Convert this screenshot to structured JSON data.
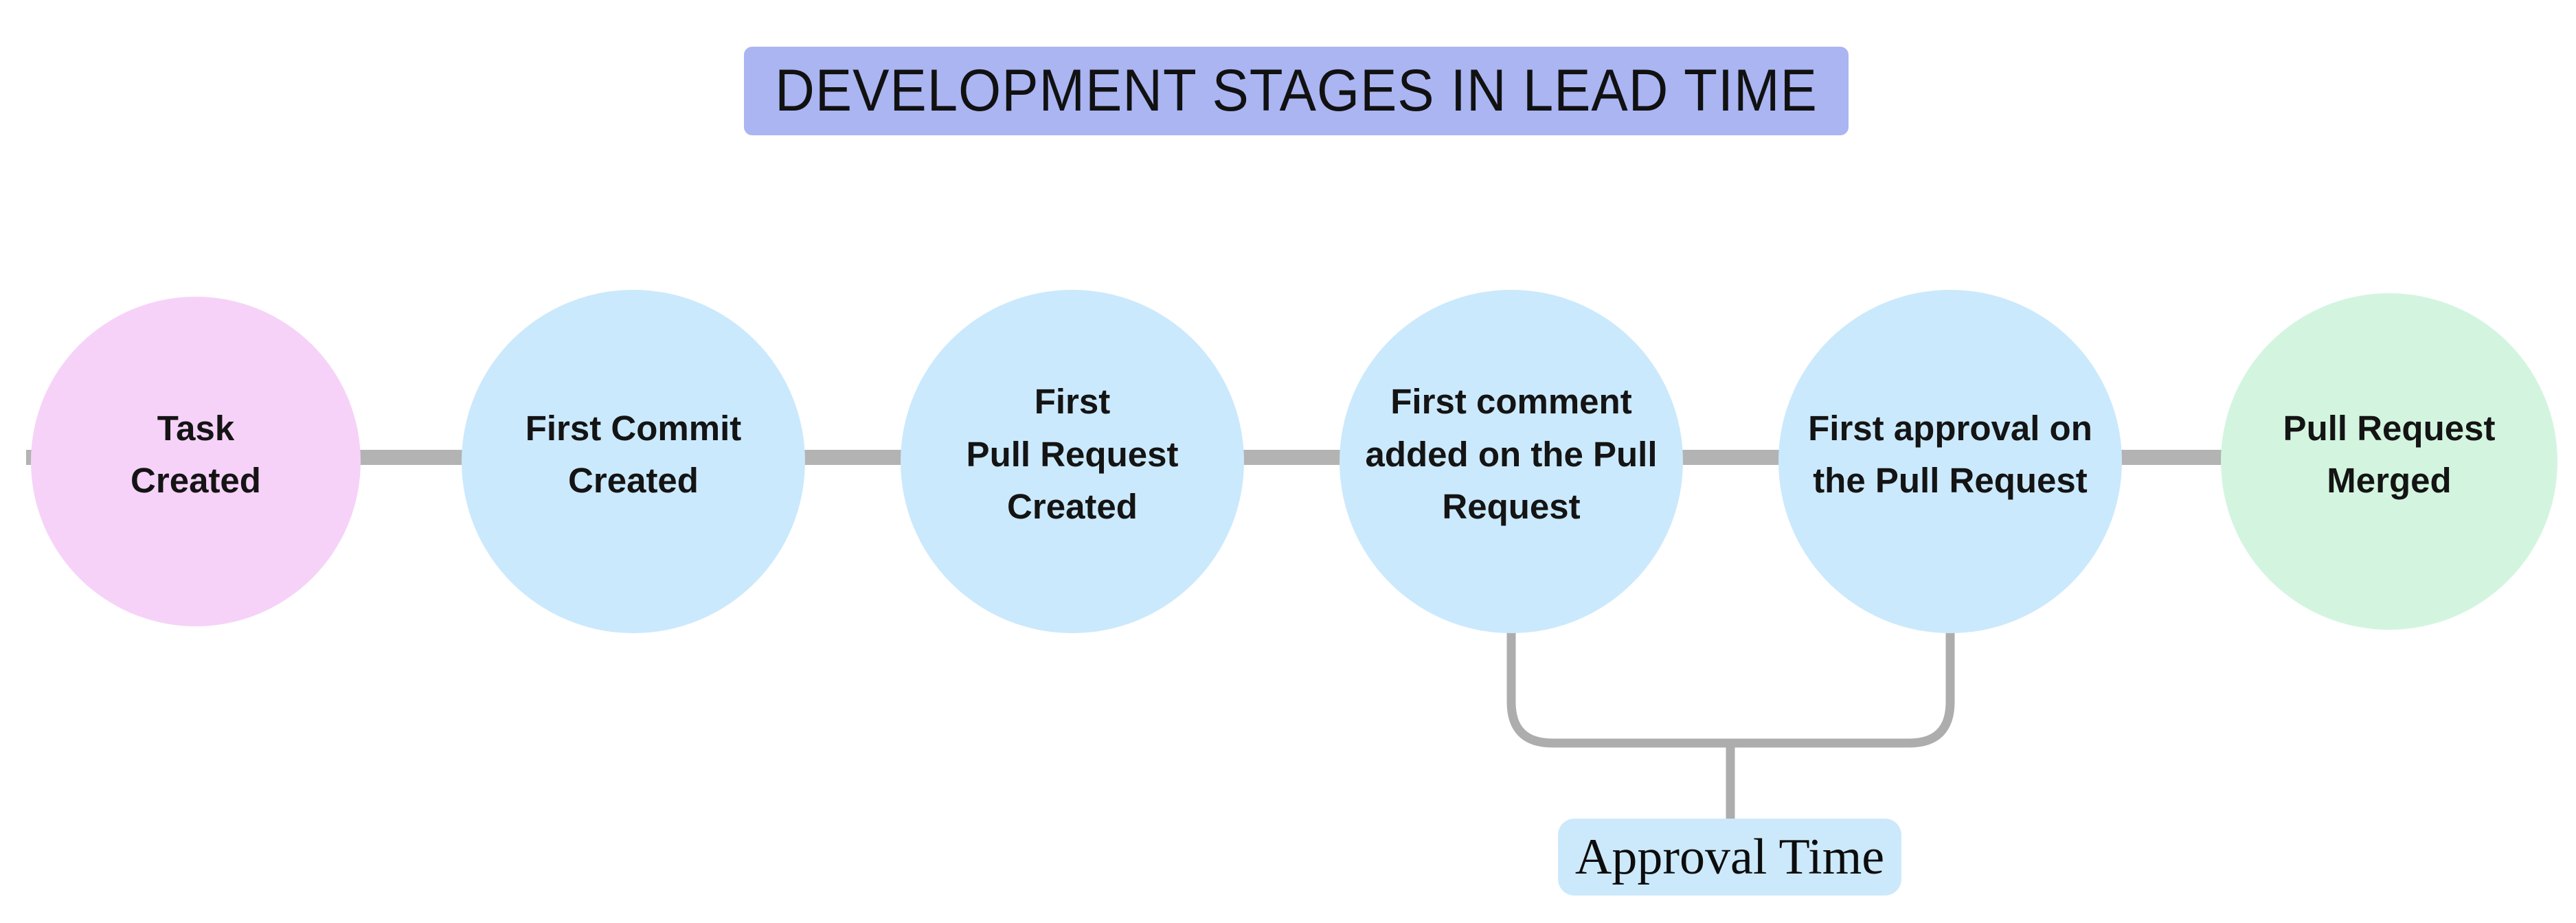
{
  "title": {
    "text": "DEVELOPMENT STAGES IN LEAD TIME"
  },
  "stages": [
    {
      "lines": [
        "Task",
        "Created"
      ]
    },
    {
      "lines": [
        "First Commit",
        "Created"
      ]
    },
    {
      "lines": [
        "First",
        "Pull Request",
        "Created"
      ]
    },
    {
      "lines": [
        "First comment",
        "added on the Pull",
        "Request"
      ]
    },
    {
      "lines": [
        "First approval on",
        "the Pull Request"
      ]
    },
    {
      "lines": [
        "Pull Request",
        "Merged"
      ]
    }
  ],
  "bracket": {
    "label": "Approval Time"
  },
  "colors": {
    "title_bg": "#aab5f2",
    "start_stage_bg": "#f6d2f8",
    "mid_stage_bg": "#cbe9fc",
    "end_stage_bg": "#d3f5e0",
    "connector_line": "#b3b3b3",
    "bracket_line": "#adadad",
    "approval_label_bg": "#cce9fb",
    "text": "#141414"
  }
}
